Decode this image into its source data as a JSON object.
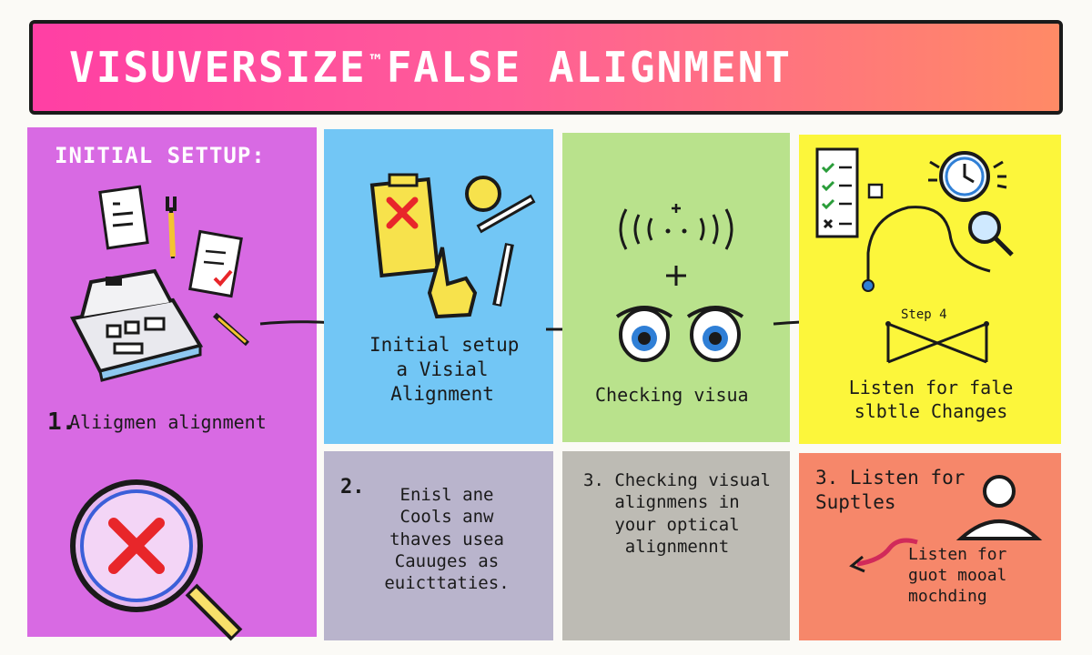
{
  "header": {
    "title_a": "VISUVERSIZE",
    "title_tm": "™",
    "title_b": "FALSE ALIGNMENT"
  },
  "panels": {
    "setup": {
      "heading": "INITIAL SETTUP:",
      "number": "1.",
      "label": "Aliigmen alignment"
    },
    "step_b": {
      "label": "Initial setup\na Visial\nAlignment"
    },
    "step_c": {
      "label": "Checking visua"
    },
    "step_d": {
      "step_tag": "Step 4",
      "label": "Listen for fale\nslbtle Changes"
    },
    "note_2": {
      "number": "2.",
      "text": "Enisl ane\nCools anw\nthaves usea\nCauuges as\neuicttaties."
    },
    "note_3": {
      "text": "3. Checking visual\nalignmens in\nyour optical\nalignmennt"
    },
    "note_4": {
      "title": "3. Listen for\nSuptles",
      "text": "Listen for\nguot mooal\nmochding"
    }
  },
  "colors": {
    "banner_start": "#ff3fa4",
    "banner_end": "#ff8a66",
    "panel_purple": "#d86ae3",
    "panel_blue": "#72c6f5",
    "panel_green": "#b9e28c",
    "panel_yellow": "#fcf63b",
    "panel_lavender": "#b9b4cc",
    "panel_gray": "#bdbbb4",
    "panel_coral": "#f6876a",
    "cross_red": "#e8262a"
  }
}
